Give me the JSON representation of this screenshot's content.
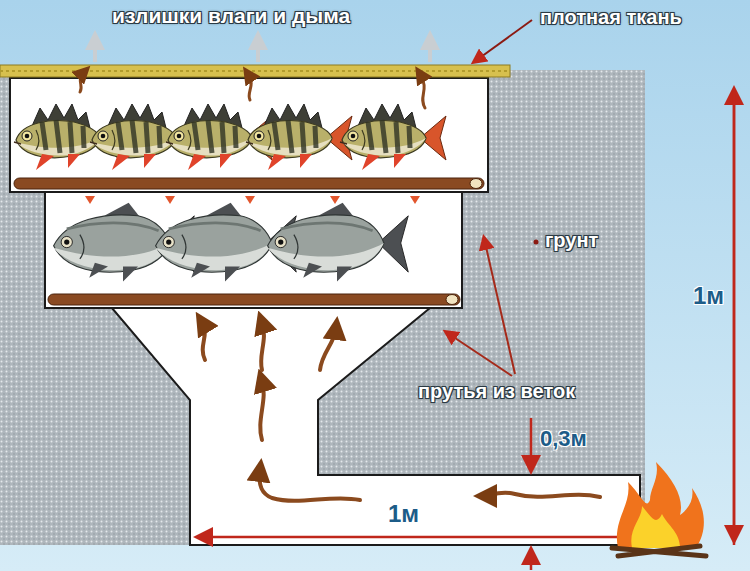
{
  "diagram": {
    "labels": [
      "излишки влаги и дыма",
      "плотная ткань",
      "грунт",
      "1м",
      "прутья из веток",
      "0,3м",
      "1м"
    ]
  }
}
